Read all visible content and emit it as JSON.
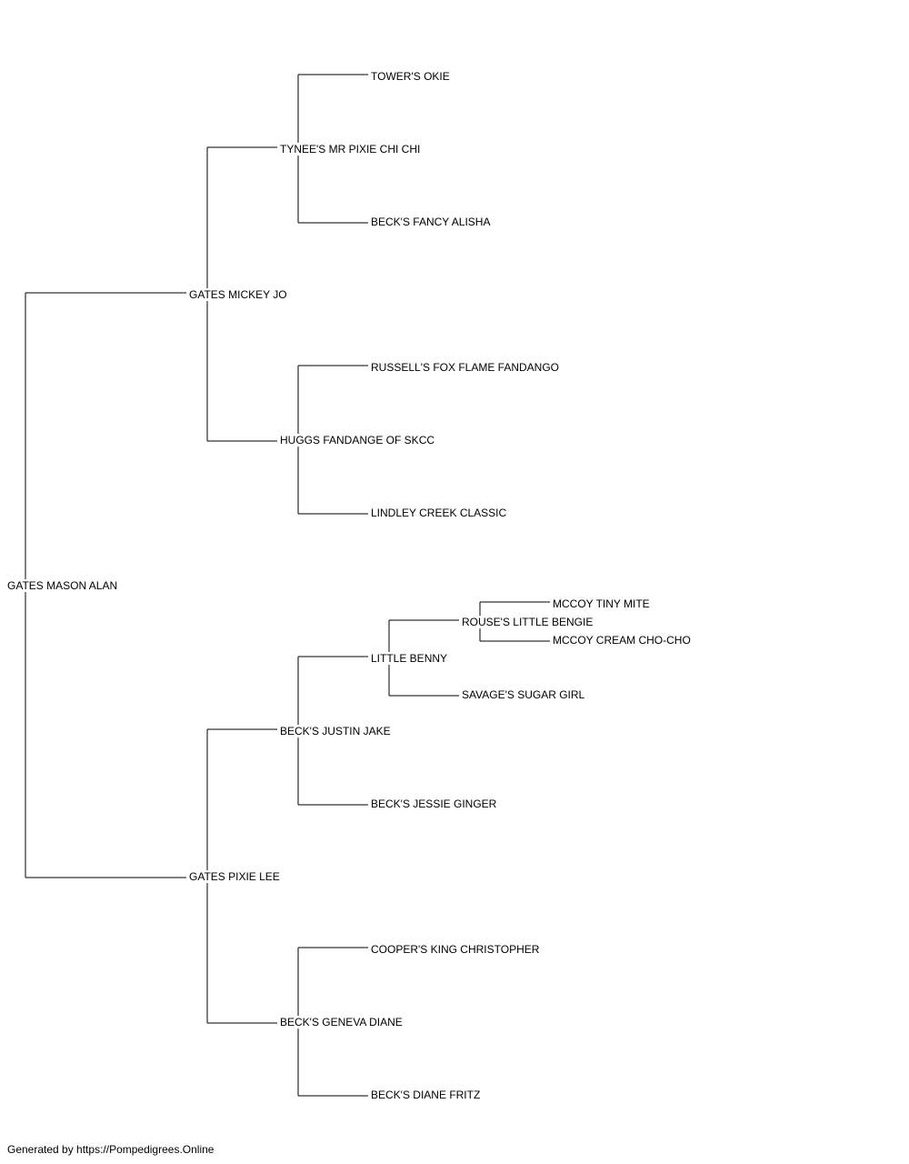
{
  "pedigree": {
    "subject": "GATES MASON ALAN",
    "sire": "GATES MICKEY JO",
    "dam": "GATES PIXIE LEE",
    "sire_sire": "TYNEE'S MR PIXIE CHI CHI",
    "sire_dam": "HUGGS FANDANGE OF SKCC",
    "dam_sire": "BECK'S JUSTIN JAKE",
    "dam_dam": "BECK'S GENEVA DIANE",
    "sire_sire_sire": "TOWER'S OKIE",
    "sire_sire_dam": "BECK'S FANCY ALISHA",
    "sire_dam_sire": "RUSSELL'S FOX FLAME FANDANGO",
    "sire_dam_dam": "LINDLEY CREEK CLASSIC",
    "dam_sire_sire": "LITTLE BENNY",
    "dam_sire_dam": "BECK'S JESSIE GINGER",
    "dam_dam_sire": "COOPER'S KING CHRISTOPHER",
    "dam_dam_dam": "BECK'S DIANE FRITZ",
    "dam_sire_sire_sire": "ROUSE'S LITTLE BENGIE",
    "dam_sire_sire_dam": "SAVAGE'S SUGAR GIRL",
    "dam_sire_sire_sire_sire": "MCCOY TINY MITE",
    "dam_sire_sire_sire_dam": "MCCOY CREAM CHO-CHO"
  },
  "footer": "Generated by https://Pompedigrees.Online"
}
